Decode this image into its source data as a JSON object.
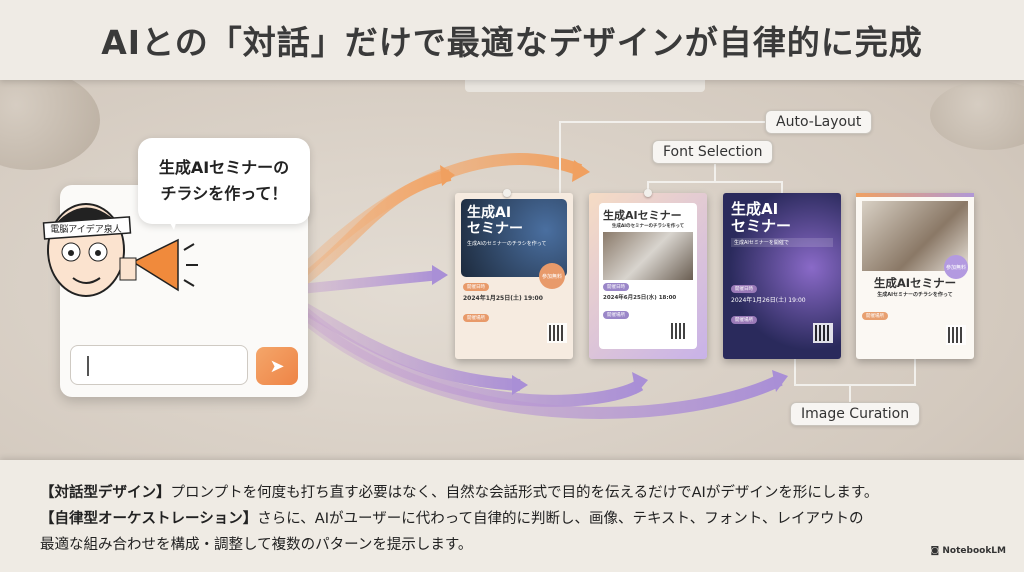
{
  "title": "AIとの「対話」だけで最適なデザインが自律的に完成",
  "chat": {
    "bubble_line1": "生成AIセミナーの",
    "bubble_line2": "チラシを作って！",
    "headband": "電脳アイデア泉人",
    "input_value": "",
    "send_icon": "send-arrow"
  },
  "labels": {
    "auto_layout": "Auto-Layout",
    "font_selection": "Font Selection",
    "image_curation": "Image Curation"
  },
  "flyers": [
    {
      "title1": "生成AI",
      "title2": "セミナー",
      "subtitle": "生成AIのセミナーのチラシを作って",
      "badge": "参加無料",
      "date": "2024年1月25日(土) 19:00",
      "tag1": "開催日時",
      "tag2": "開催場所"
    },
    {
      "title": "生成AIセミナー",
      "subtitle": "生成AIのセミナーのチラシを作って",
      "date": "2024年6月25日(水) 18:00",
      "tag1": "開催日時",
      "tag2": "開催場所"
    },
    {
      "title1": "生成AI",
      "title2": "セミナー",
      "subtitle": "生成AIセミナーを開催で",
      "date": "2024年1月26日(土) 19:00",
      "tag1": "開催日時",
      "tag2": "開催場所"
    },
    {
      "title": "生成AIセミナー",
      "subtitle": "生成AIセミナーのチラシを作って",
      "badge": "参加無料",
      "tag1": "開催場所"
    }
  ],
  "bottom": {
    "p1_head": "【対話型デザイン】",
    "p1_body": "プロンプトを何度も打ち直す必要はなく、自然な会話形式で目的を伝えるだけでAIがデザインを形にします。",
    "p2_head": "【自律型オーケストレーション】",
    "p2_body": "さらに、AIがユーザーに代わって自律的に判断し、画像、テキスト、フォント、レイアウトの",
    "p2_body2": "最適な組み合わせを構成・調整して複数のパターンを提示します。"
  },
  "brand": "NotebookLM",
  "colors": {
    "orange": "#f0a060",
    "purple": "#a98fd6",
    "navy": "#2a2a5c"
  }
}
